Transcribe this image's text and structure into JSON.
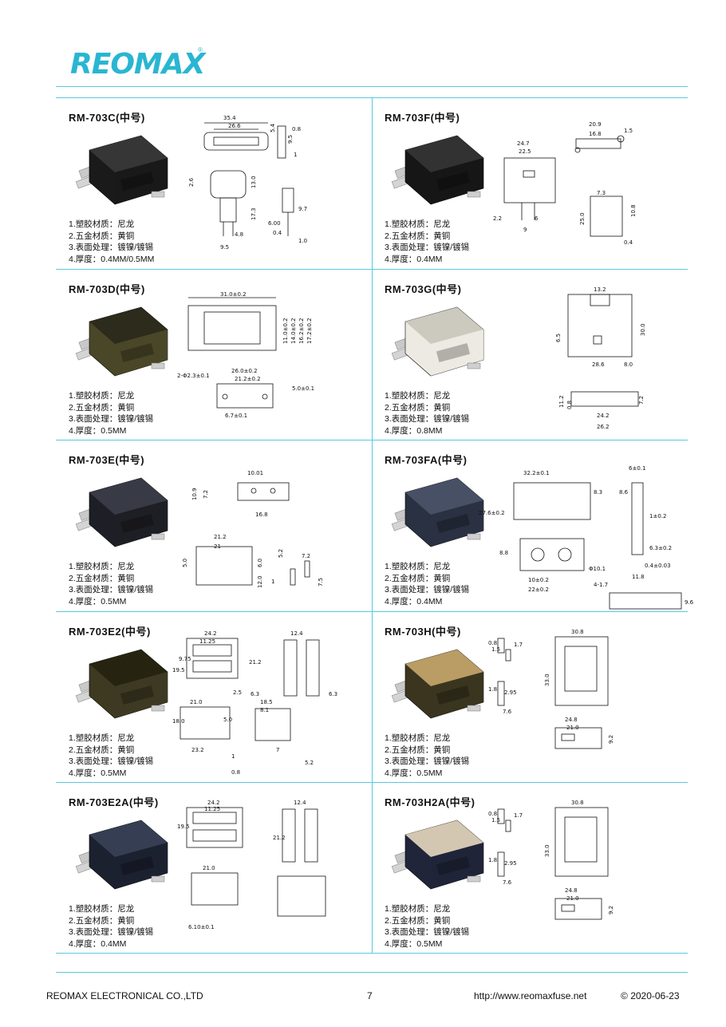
{
  "brand": {
    "logo_text": "REOMAX",
    "registered_mark": "®"
  },
  "cells": [
    {
      "title": "RM-703C(中号)",
      "specs": [
        "1.塑胶材质：尼龙",
        "2.五金材质：黄铜",
        "3.表面处理：镀镍/镀锡",
        "4.厚度：0.4MM/0.5MM"
      ],
      "dims": [
        "35.4",
        "26.6",
        "5.4",
        "0.8",
        "9.5",
        "1",
        "2.6",
        "13.0",
        "17.3",
        "4.8",
        "9.5",
        "9.7",
        "6.00",
        "0.4",
        "1.0"
      ]
    },
    {
      "title": "RM-703F(中号)",
      "specs": [
        "1.塑胶材质：尼龙",
        "2.五金材质：黄铜",
        "3.表面处理：镀镍/镀锡",
        "4.厚度：0.4MM"
      ],
      "dims": [
        "20.9",
        "16.8",
        "1.5",
        "24.7",
        "22.5",
        "7.3",
        "2.2",
        "6",
        "9",
        "25.0",
        "10.8",
        "0.4"
      ]
    },
    {
      "title": "RM-703D(中号)",
      "specs": [
        "1.塑胶材质：尼龙",
        "2.五金材质：黄铜",
        "3.表面处理：镀镍/镀锡",
        "4.厚度：0.5MM"
      ],
      "dims": [
        "31.0±0.2",
        "11.0±0.2",
        "14.0±0.2",
        "16.2±0.2",
        "17.2±0.2",
        "26.0±0.2",
        "21.2±0.2",
        "2-Φ2.3±0.1",
        "5.0±0.1",
        "6.7±0.1"
      ]
    },
    {
      "title": "RM-703G(中号)",
      "specs": [
        "1.塑胶材质：尼龙",
        "2.五金材质：黄铜",
        "3.表面处理：镀镍/镀锡",
        "4.厚度：0.8MM"
      ],
      "dims": [
        "13.2",
        "30.0",
        "6.5",
        "28.6",
        "8.0",
        "11.2",
        "0.8",
        "7.2",
        "24.2",
        "26.2"
      ]
    },
    {
      "title": "RM-703E(中号)",
      "specs": [
        "1.塑胶材质：尼龙",
        "2.五金材质：黄铜",
        "3.表面处理：镀镍/镀锡",
        "4.厚度：0.5MM"
      ],
      "dims": [
        "10.01",
        "10.9",
        "7.2",
        "16.8",
        "21.2",
        "21",
        "5.0",
        "6.0",
        "12.0",
        "5.2",
        "7.2",
        "1",
        "7.5"
      ]
    },
    {
      "title": "RM-703FA(中号)",
      "specs": [
        "1.塑胶材质：尼龙",
        "2.五金材质：黄铜",
        "3.表面处理：镀镍/镀锡",
        "4.厚度：0.4MM"
      ],
      "dims": [
        "32.2±0.1",
        "27.6±0.2",
        "8.3",
        "8.8",
        "10±0.2",
        "22±0.2",
        "Φ10.1",
        "6±0.1",
        "8.6",
        "1±0.2",
        "6.3±0.2",
        "0.4±0.03",
        "4-1.7",
        "11.8",
        "9.6"
      ]
    },
    {
      "title": "RM-703E2(中号)",
      "specs": [
        "1.塑胶材质：尼龙",
        "2.五金材质：黄铜",
        "3.表面处理：镀镍/镀锡",
        "4.厚度：0.5MM"
      ],
      "dims": [
        "24.2",
        "11.25",
        "9.75",
        "19.5",
        "2.5",
        "12.4",
        "21.2",
        "6.3",
        "21.0",
        "18.0",
        "23.2",
        "5.0",
        "18.5",
        "8.1",
        "7",
        "1",
        "5.2",
        "0.8"
      ]
    },
    {
      "title": "RM-703H(中号)",
      "specs": [
        "1.塑胶材质：尼龙",
        "2.五金材质：黄铜",
        "3.表面处理：镀镍/镀锡",
        "4.厚度：0.5MM"
      ],
      "dims": [
        "0.8",
        "1.5",
        "1.7",
        "1.8",
        "2.95",
        "7.6",
        "30.8",
        "33.0",
        "24.8",
        "21.0",
        "9.2"
      ]
    },
    {
      "title": "RM-703E2A(中号)",
      "specs": [
        "1.塑胶材质：尼龙",
        "2.五金材质：黄铜",
        "3.表面处理：镀镍/镀锡",
        "4.厚度：0.4MM"
      ],
      "dims": [
        "24.2",
        "11.25",
        "19.5",
        "12.4",
        "21.2",
        "6.10±0.1",
        "21.0"
      ]
    },
    {
      "title": "RM-703H2A(中号)",
      "specs": [
        "1.塑胶材质：尼龙",
        "2.五金材质：黄铜",
        "3.表面处理：镀镍/镀锡",
        "4.厚度：0.5MM"
      ],
      "dims": [
        "0.8",
        "1.5",
        "1.7",
        "1.8",
        "2.95",
        "7.6",
        "30.8",
        "33.0",
        "24.8",
        "21.0",
        "9.2"
      ]
    }
  ],
  "footer": {
    "company": "REOMAX  ELECTRONICAL CO.,LTD",
    "page_number": "7",
    "website": "http://www.reomaxfuse.net",
    "date": "2020-06-23",
    "date_symbol": "©"
  },
  "colors": {
    "accent": "#29b6d2",
    "rule": "#5cc8de"
  }
}
